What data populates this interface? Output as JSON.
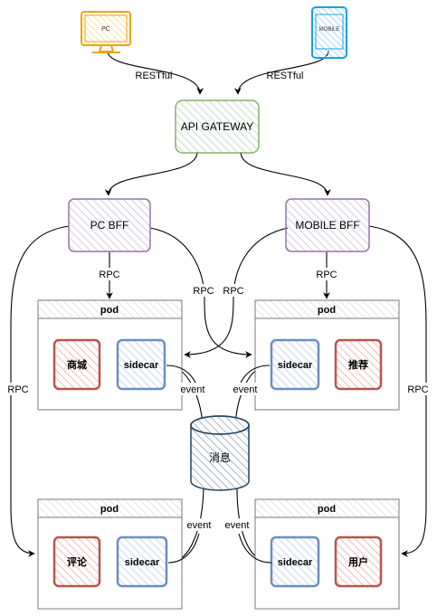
{
  "clients": {
    "pc": "PC",
    "mobile": "MOBILE"
  },
  "edges": {
    "pc_restful": "RESTful",
    "mobile_restful": "RESTful",
    "pc_rpc_down": "RPC",
    "pc_rpc_cross": "RPC",
    "pc_rpc_left": "RPC",
    "mobile_rpc_down": "RPC",
    "mobile_rpc_cross": "RPC",
    "mobile_rpc_right": "RPC",
    "event_tl": "event",
    "event_tr": "event",
    "event_bl": "event",
    "event_br": "event"
  },
  "gateway": {
    "label": "API GATEWAY"
  },
  "bff": {
    "pc": "PC BFF",
    "mobile": "MOBILE BFF"
  },
  "pods": [
    {
      "title": "pod",
      "service": "商城",
      "sidecar": "sidecar"
    },
    {
      "title": "pod",
      "service": "推荐",
      "sidecar": "sidecar"
    },
    {
      "title": "pod",
      "service": "评论",
      "sidecar": "sidecar"
    },
    {
      "title": "pod",
      "service": "用户",
      "sidecar": "sidecar"
    }
  ],
  "queue": {
    "label": "消息"
  },
  "colors": {
    "client_pc": "#f0a30a",
    "client_mobile": "#1ba1e2",
    "gateway_fill": "#d5e8d4",
    "gateway_stroke": "#82b366",
    "bff_fill": "#e1d5e7",
    "bff_stroke": "#9673a6",
    "service_stroke": "#b85450",
    "service_fill": "#f8cecc",
    "sidecar_stroke": "#6c8ebf",
    "sidecar_fill": "#dae8fc",
    "queue_stroke": "#23445d",
    "queue_fill": "#bac8d3"
  }
}
